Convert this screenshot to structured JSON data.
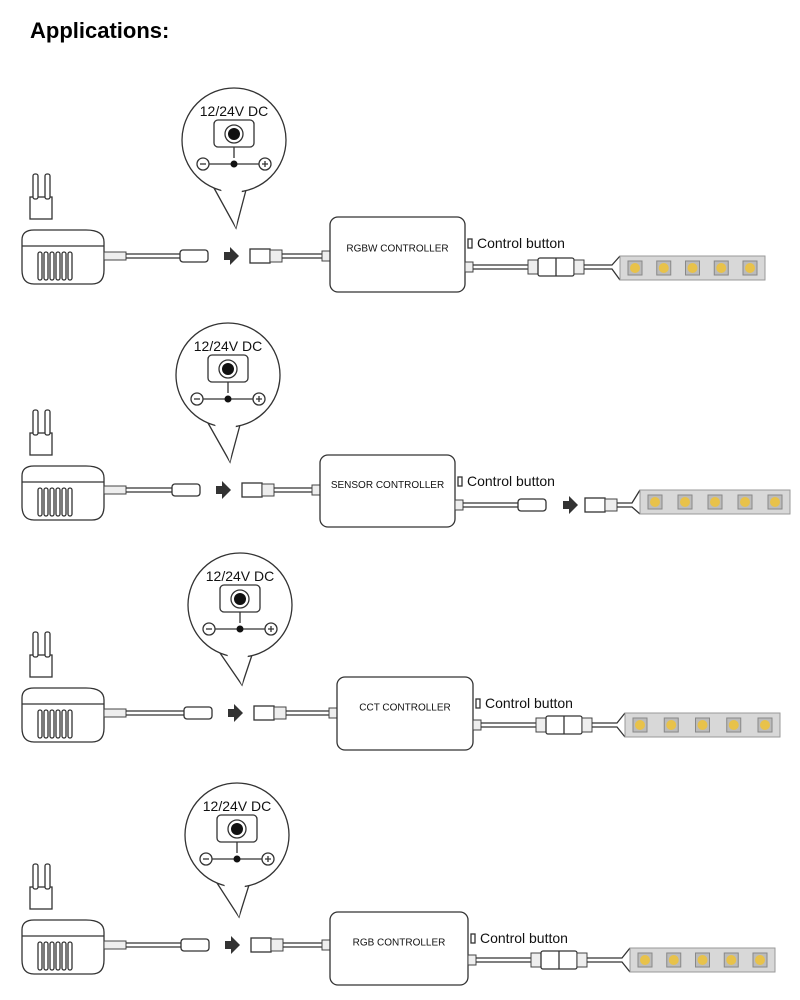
{
  "title": "Applications:",
  "colors": {
    "led": "#e8c24a",
    "strip": "#d8d8d8",
    "arrow": "#333333"
  },
  "rows": [
    {
      "controller_label": "RGBW CONTROLLER",
      "button_label": "Control button",
      "voltage_label": "12/24V DC",
      "output": "direct"
    },
    {
      "controller_label": "SENSOR CONTROLLER",
      "button_label": "Control button",
      "voltage_label": "12/24V DC",
      "output": "plug-connector"
    },
    {
      "controller_label": "CCT CONTROLLER",
      "button_label": "Control button",
      "voltage_label": "12/24V DC",
      "output": "direct"
    },
    {
      "controller_label": "RGB CONTROLLER",
      "button_label": "Control button",
      "voltage_label": "12/24V DC",
      "output": "direct"
    }
  ]
}
